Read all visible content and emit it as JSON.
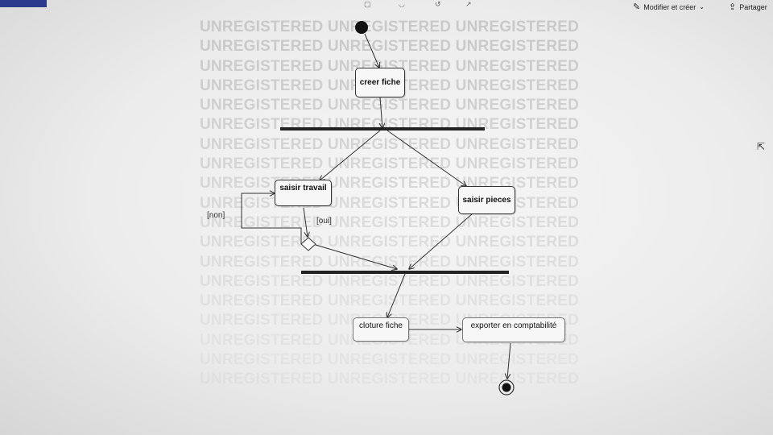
{
  "toolbar": {
    "edit_create_label": "Modifier et créer",
    "share_label": "Partager",
    "icons": [
      "edit-icon",
      "chevron-down-icon",
      "share-icon"
    ]
  },
  "watermark": {
    "text": "UNREGISTERED UNREGISTERED UNREGISTERED",
    "rows": 19
  },
  "diagram": {
    "type": "uml-activity",
    "nodes": {
      "creer_fiche": "creer fiche",
      "saisir_travail": "saisir travail",
      "saisir_pieces": "saisir pieces",
      "cloture_fiche": "cloture fiche",
      "exporter": "exporter en comptabilité"
    },
    "guards": {
      "non": "[non]",
      "oui": "[oui]"
    },
    "flows": [
      [
        "start",
        "creer fiche"
      ],
      [
        "creer fiche",
        "fork"
      ],
      [
        "fork",
        "saisir travail"
      ],
      [
        "fork",
        "saisir pieces"
      ],
      [
        "saisir travail",
        "decision"
      ],
      [
        "decision",
        "saisir travail",
        "[non]"
      ],
      [
        "decision",
        "join",
        "[oui]"
      ],
      [
        "saisir pieces",
        "join"
      ],
      [
        "join",
        "cloture fiche"
      ],
      [
        "cloture fiche",
        "exporter en comptabilité"
      ],
      [
        "exporter en comptabilité",
        "end"
      ]
    ]
  },
  "colors": {
    "watermark": "#c9c9c9",
    "lines": "#333333",
    "brand": "#2b3a8c"
  }
}
